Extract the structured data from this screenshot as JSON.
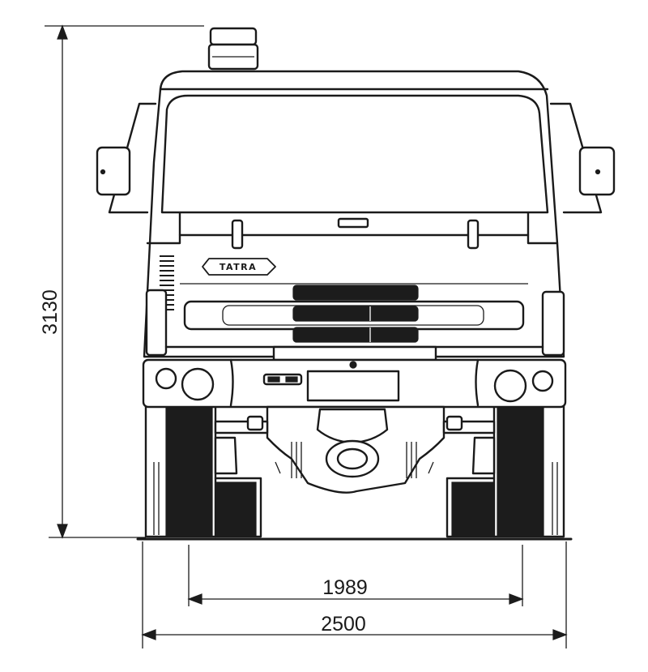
{
  "dimensions": {
    "height": "3130",
    "track_width": "1989",
    "overall_width": "2500"
  },
  "vehicle": {
    "brand_badge": "TATRA"
  },
  "colors": {
    "ink": "#1a1a1a",
    "paper": "#ffffff"
  }
}
